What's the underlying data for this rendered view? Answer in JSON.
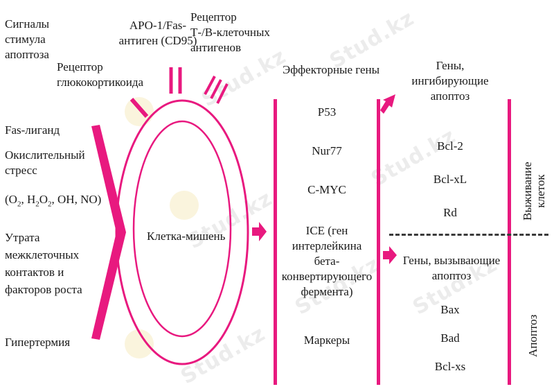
{
  "watermark": "Stud.kz",
  "left": {
    "signals_title": "Сигналы\nстимула\nапоптоза",
    "items": [
      "Fas-лиганд",
      "Окислительный\nстресс",
      "Утрата\nмежклеточных\nконтактов и\nфакторов роста",
      "Гипертермия"
    ],
    "oxidants": {
      "o2": "O",
      "o2_sub": "2",
      "h2o2_a": "H",
      "h2o2_b": "O",
      "sub2": "2",
      "rest": "OH, NO"
    }
  },
  "receptors": {
    "glucocorticoid": "Рецептор\nглюкокортикоида",
    "apo1": "APO-1/Fas-\nантиген (CD95)",
    "tb": "Рецептор\nТ-/В-клеточных\nантигенов"
  },
  "cell_label": "Клетка-мишень",
  "effector": {
    "title": "Эффекторные гены",
    "genes": [
      "P53",
      "Nur77",
      "C-MYC",
      "ICE (ген\nинтерлейкина бета-\nконвертирующего\nфермента)",
      "Маркеры"
    ]
  },
  "right": {
    "inhibit_title": "Гены,\nингибирующие\nапоптоз",
    "inhibit_genes": [
      "Bcl-2",
      "Bcl-xL",
      "Rd"
    ],
    "cause_title": "Гены, вызывающие\nапоптоз",
    "cause_genes": [
      "Bax",
      "Bad",
      "Bcl-xs"
    ],
    "survival": "Выживание\nклеток",
    "apoptosis": "Апоптоз"
  },
  "colors": {
    "accent": "#e8197f",
    "text": "#1a1a1a"
  }
}
